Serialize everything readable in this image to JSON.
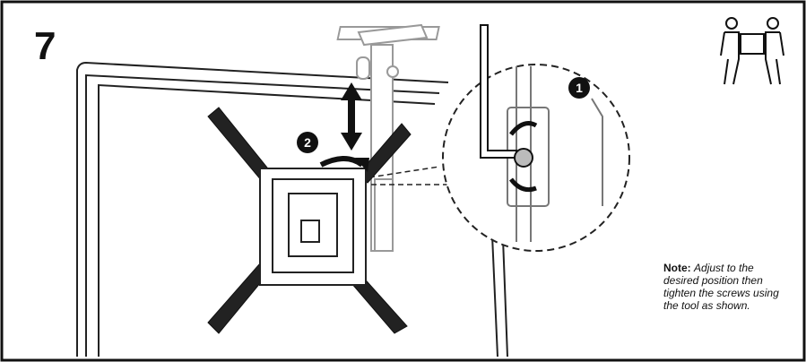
{
  "step": {
    "number": "7"
  },
  "callouts": {
    "one": "1",
    "two": "2"
  },
  "note": {
    "label": "Note:",
    "text": "Adjust to the desired position then tighten the screws using the tool as shown."
  },
  "icons": [
    "two-person-lift-icon",
    "vertical-adjust-arrow-icon",
    "rotate-arrow-icon",
    "hex-key-icon",
    "tighten-rotation-icon"
  ],
  "colors": {
    "line": "#111111",
    "callout_fill": "#111111",
    "background": "#ffffff"
  }
}
